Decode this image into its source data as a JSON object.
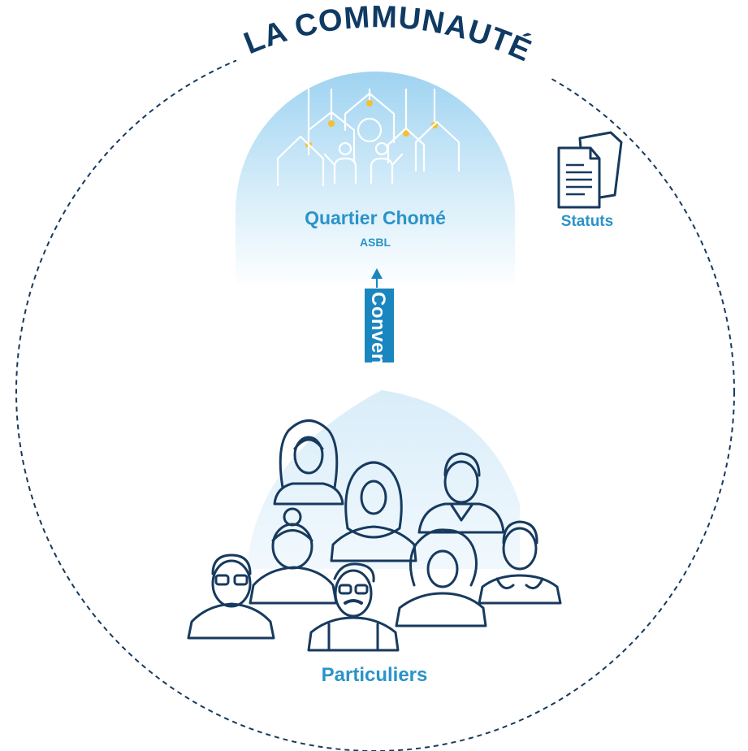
{
  "title": "LA COMMUNAUTÉ",
  "organization": {
    "name": "Quartier Chomé",
    "type": "ASBL"
  },
  "document": {
    "label": "Statuts",
    "icon": "documents-icon"
  },
  "relation": {
    "label": "Convention"
  },
  "members": {
    "label": "Particuliers",
    "icon": "people-group-icon"
  },
  "colors": {
    "dark_blue": "#0f3a63",
    "accent_blue": "#2a93c9",
    "arrow_blue": "#1a86bf",
    "yellow": "#f6c02a",
    "light_blue": "#cfe8f7"
  }
}
